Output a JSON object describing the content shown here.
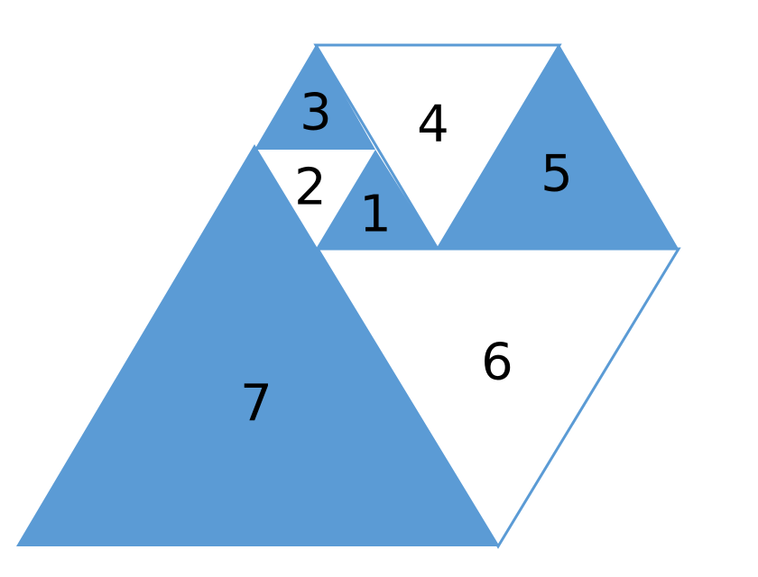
{
  "colors": {
    "fill": "#5b9bd5",
    "outline": "#5b9bd5",
    "label": "#000000"
  },
  "triangles": [
    {
      "label": "1",
      "style": "filled"
    },
    {
      "label": "2",
      "style": "outline"
    },
    {
      "label": "3",
      "style": "filled"
    },
    {
      "label": "4",
      "style": "outline"
    },
    {
      "label": "5",
      "style": "filled"
    },
    {
      "label": "6",
      "style": "outline"
    },
    {
      "label": "7",
      "style": "filled"
    }
  ]
}
